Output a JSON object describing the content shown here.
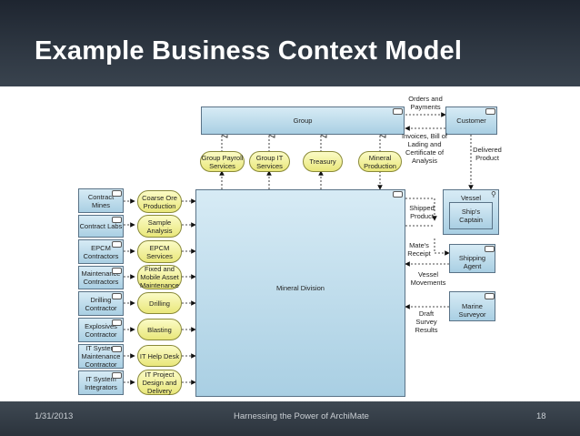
{
  "slide": {
    "title": "Example Business Context Model",
    "date": "1/31/2013",
    "footer_center": "Harnessing the Power of ArchiMate",
    "page_number": "18"
  },
  "diagram": {
    "group": "Group",
    "customer": "Customer",
    "mineral_division": "Mineral Division",
    "vessel": "Vessel",
    "ships_captain": "Ship's Captain",
    "shipping_agent": "Shipping Agent",
    "marine_surveyor": "Marine Surveyor",
    "group_services": [
      "Group Payroll Services",
      "Group IT Services",
      "Treasury",
      "Mineral Production"
    ],
    "contractors": [
      "Contract Mines",
      "Contract Labs",
      "EPCM Contractors",
      "Maintenance Contractors",
      "Drilling Contractor",
      "Explosives Contractor",
      "IT System Maintenance Contractor",
      "IT System Integrators"
    ],
    "division_services": [
      "Coarse Ore Production",
      "Sample Analysis",
      "EPCM Services",
      "Fixed and Mobile Asset Maintenance",
      "Drilling",
      "Blasting",
      "IT Help Desk",
      "IT Project Design and Delivery"
    ],
    "flows": {
      "orders_payments": "Orders and Payments",
      "invoices": "Invoices, Bill of Lading and Certificate of Analysis",
      "delivered_product": "Delivered Product",
      "shipped_product": "Shipped Product",
      "mates_receipt": "Mate's Receipt",
      "vessel_movements": "Vessel Movements",
      "draft_survey": "Draft Survey Results"
    }
  },
  "colors": {
    "actor_fill": "#b9dbee",
    "service_fill": "#f3f2a0",
    "header_bg": "#2f3843"
  }
}
